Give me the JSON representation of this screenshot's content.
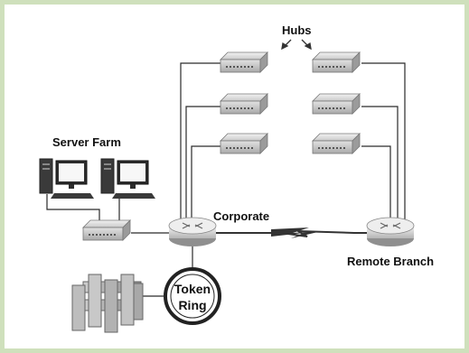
{
  "labels": {
    "hubs": "Hubs",
    "server_farm": "Server Farm",
    "corporate": "Corporate",
    "remote_branch": "Remote Branch",
    "token_ring_line1": "Token",
    "token_ring_line2": "Ring"
  },
  "colors": {
    "frame_border": "#cfe0bc",
    "background": "#ffffff",
    "wire": "#2a2a2a",
    "device_gray": "#d6d6d6",
    "device_dark": "#9a9a9a"
  }
}
